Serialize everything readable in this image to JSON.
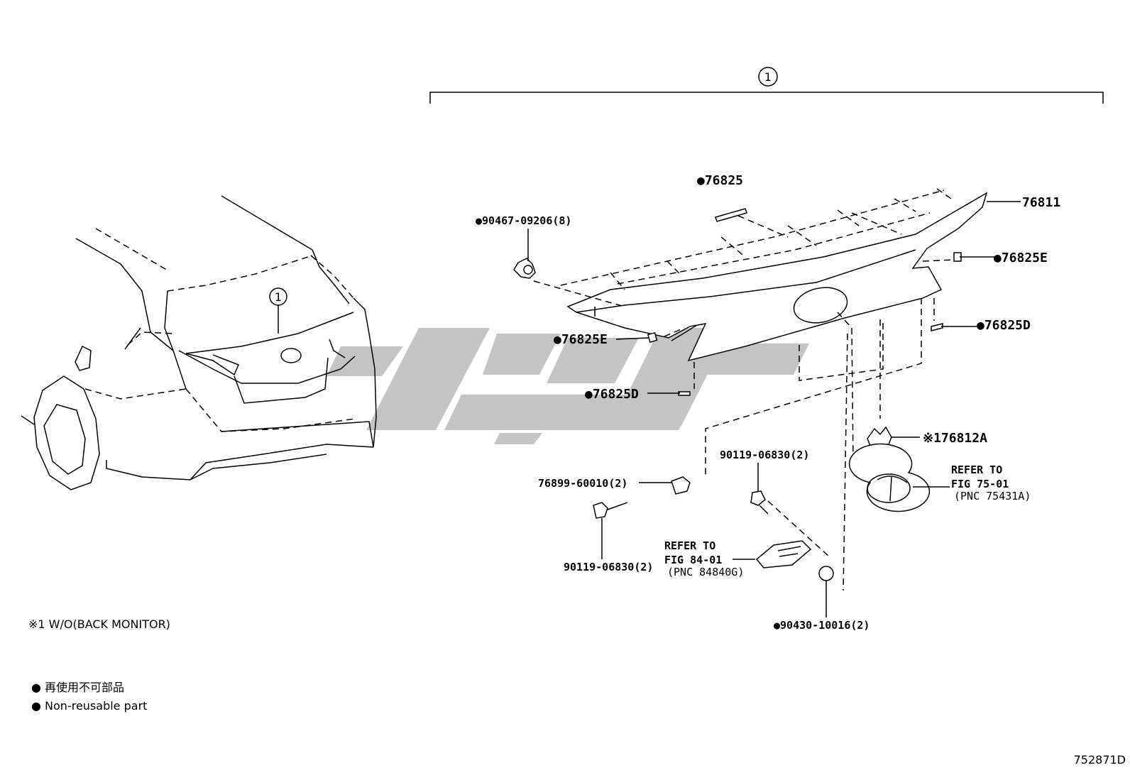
{
  "assembly_marker": "1",
  "car_callout": "1",
  "parts": {
    "p76825_top": "●76825",
    "p76811": "76811",
    "p90467": "●90467-09206(8)",
    "p76825E_right": "●76825E",
    "p76825D_right": "●76825D",
    "p76825E_left": "●76825E",
    "p76825D_left": "●76825D",
    "p76812A": "※176812A",
    "p76899": "76899-60010(2)",
    "p90119_top": "90119-06830(2)",
    "p90119_bottom": "90119-06830(2)",
    "p90430": "●90430-10016(2)"
  },
  "refer_75": {
    "line1": "REFER TO",
    "line2": "FIG 75-01",
    "line3": "(PNC 75431A)"
  },
  "refer_84": {
    "line1": "REFER TO",
    "line2": "FIG 84-01",
    "line3": "(PNC 84840G)"
  },
  "footnote": "※1 W/O(BACK MONITOR)",
  "legend": {
    "jp": "● 再使用不可部品",
    "en": "● Non-reusable part"
  },
  "figure_id": "752871D"
}
